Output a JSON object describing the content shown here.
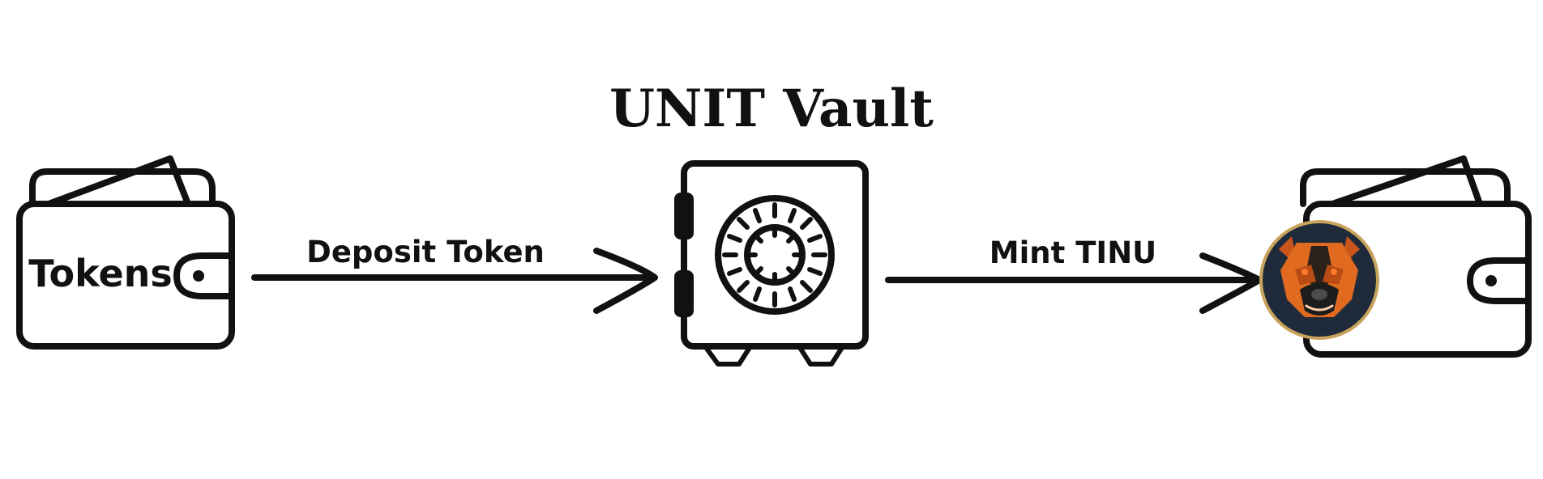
{
  "diagram": {
    "title": "UNIT Vault",
    "source_wallet": {
      "label": "Tokens"
    },
    "step_1": {
      "label": "Deposit Token"
    },
    "step_2": {
      "label": "Mint TINU"
    }
  },
  "icons": {
    "source_wallet": "wallet-icon",
    "vault": "safe-icon",
    "vault_dial": "combination-dial-icon",
    "destination_wallet": "wallet-icon",
    "token_logo": "dog-token-logo"
  },
  "colors": {
    "ink": "#111111",
    "token_badge_bg": "#1f2b3a",
    "token_badge_ring": "#c9a45c",
    "dog_orange": "#e06a1f",
    "dog_dark": "#1c1c1c"
  }
}
